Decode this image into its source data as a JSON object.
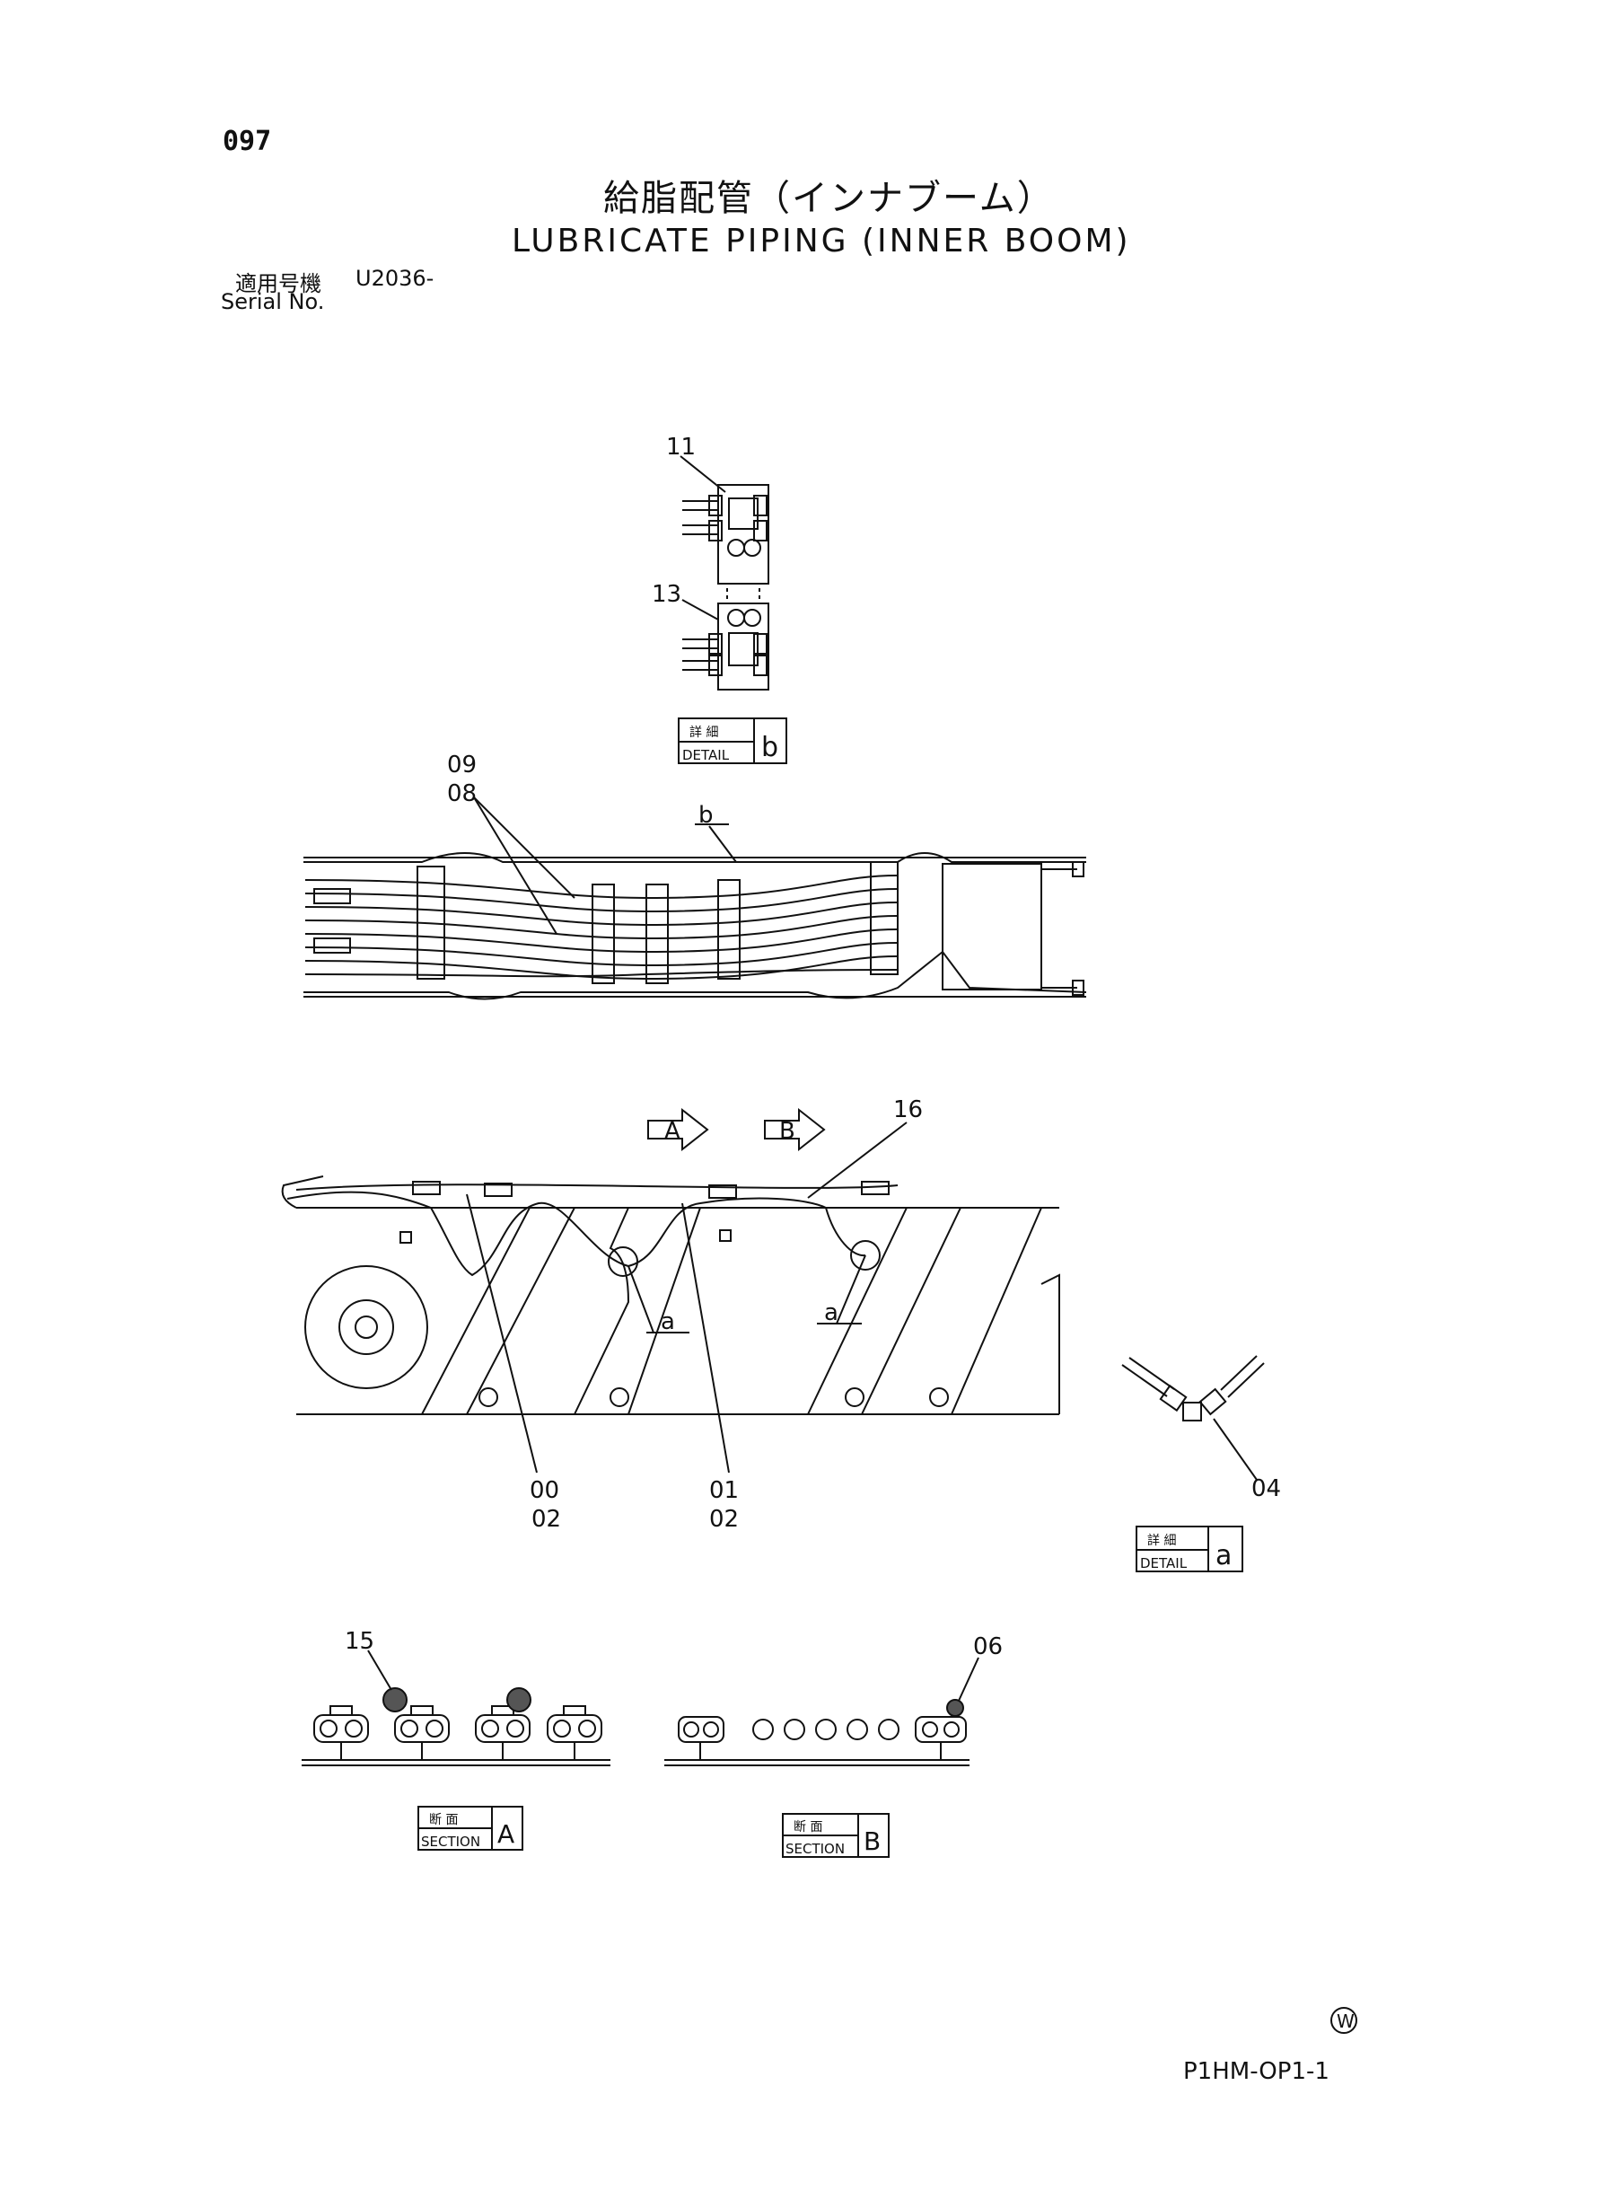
{
  "page_number": "097",
  "title_jp": "給脂配管（インナブーム）",
  "title_en": "LUBRICATE PIPING (INNER BOOM)",
  "serial": {
    "label_jp": "適用号機",
    "label_en": "Serial No.",
    "value": "U2036-"
  },
  "drawing_code": "P1HM-OP1-1",
  "mark": "W",
  "part_numbers": {
    "p11": "11",
    "p13": "13",
    "p09": "09",
    "p08": "08",
    "p16": "16",
    "p00": "00",
    "p02a": "02",
    "p01": "01",
    "p02b": "02",
    "p04": "04",
    "p15": "15",
    "p06": "06"
  },
  "view_letters": {
    "b": "b",
    "a1": "a",
    "a2": "a",
    "A": "A",
    "B": "B"
  },
  "boxes": {
    "detail_b": {
      "jp": "詳 細",
      "en": "DETAIL",
      "letter": "b"
    },
    "detail_a": {
      "jp": "詳 細",
      "en": "DETAIL",
      "letter": "a"
    },
    "section_a": {
      "jp": "断 面",
      "en": "SECTION",
      "letter": "A"
    },
    "section_b": {
      "jp": "断 面",
      "en": "SECTION",
      "letter": "B"
    }
  }
}
